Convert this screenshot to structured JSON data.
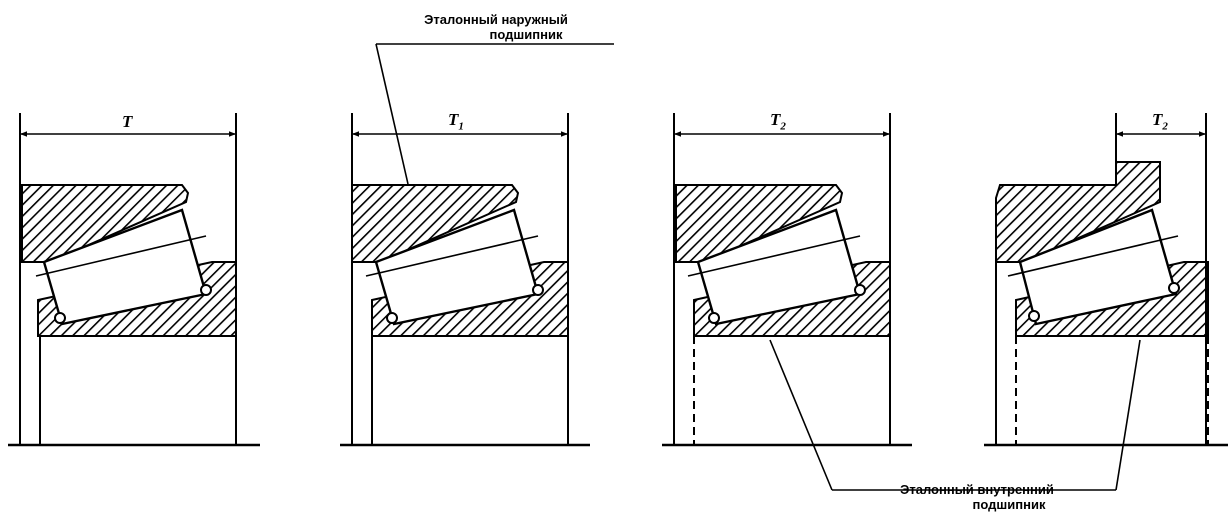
{
  "labels": {
    "outer_ring_line1": "Эталонный наружный",
    "outer_ring_line2": "подшипник",
    "inner_ring_line1": "Эталонный внутренний",
    "inner_ring_line2": "подшипник"
  },
  "dimensions": {
    "d1": {
      "main": "T",
      "sub": ""
    },
    "d2": {
      "main": "T",
      "sub": "1"
    },
    "d3": {
      "main": "T",
      "sub": "2"
    },
    "d4": {
      "main": "T",
      "sub": "2"
    }
  },
  "colors": {
    "line": "#000000",
    "background": "#ffffff"
  }
}
